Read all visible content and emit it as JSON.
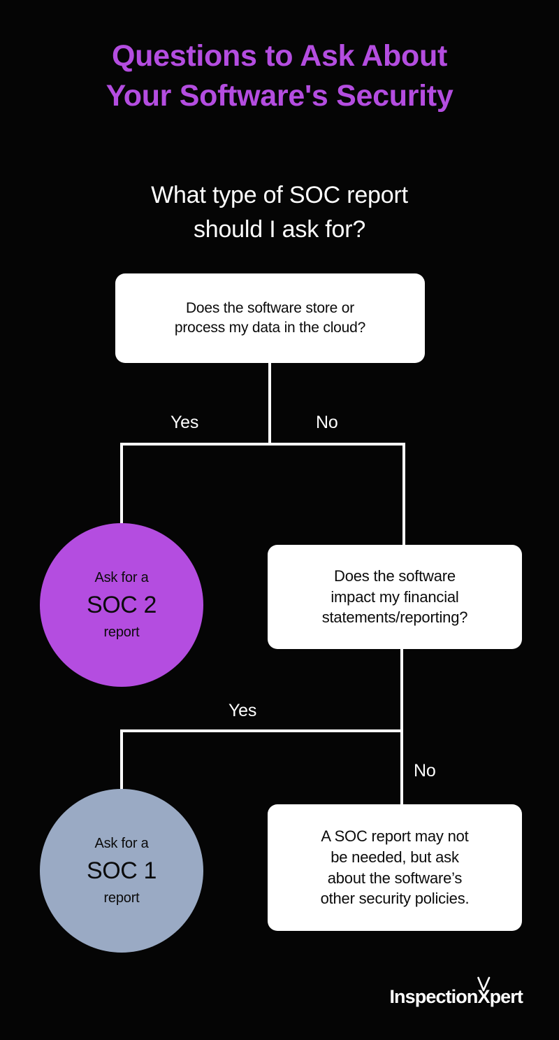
{
  "theme": {
    "background": "#050505",
    "accent_purple": "#b44de0",
    "soc1_blue": "#9aaac4",
    "box_white": "#ffffff",
    "text_white": "#ffffff",
    "text_dark": "#0b0b0b"
  },
  "headline": {
    "line1": "Questions to Ask About",
    "line2": "Your Software's Security"
  },
  "subtitle": {
    "line1": "What type of SOC report",
    "line2": "should I ask for?"
  },
  "flow": {
    "question1": {
      "line1": "Does the software store or",
      "line2": "process my data in the cloud?"
    },
    "question1_yes_label": "Yes",
    "question1_no_label": "No",
    "outcome_soc2": {
      "prefix": "Ask for a",
      "title": "SOC 2",
      "suffix": "report"
    },
    "question2": {
      "line1": "Does the software",
      "line2": "impact my financial",
      "line3": "statements/reporting?"
    },
    "question2_yes_label": "Yes",
    "question2_no_label": "No",
    "outcome_soc1": {
      "prefix": "Ask for a",
      "title": "SOC 1",
      "suffix": "report"
    },
    "outcome_none": {
      "line1": " A SOC report may not",
      "line2": "be needed, but ask",
      "line3": "about the software’s",
      "line4": "other security policies."
    }
  },
  "logo": {
    "part1": "Inspection",
    "part2": "X",
    "part3": "pert"
  }
}
